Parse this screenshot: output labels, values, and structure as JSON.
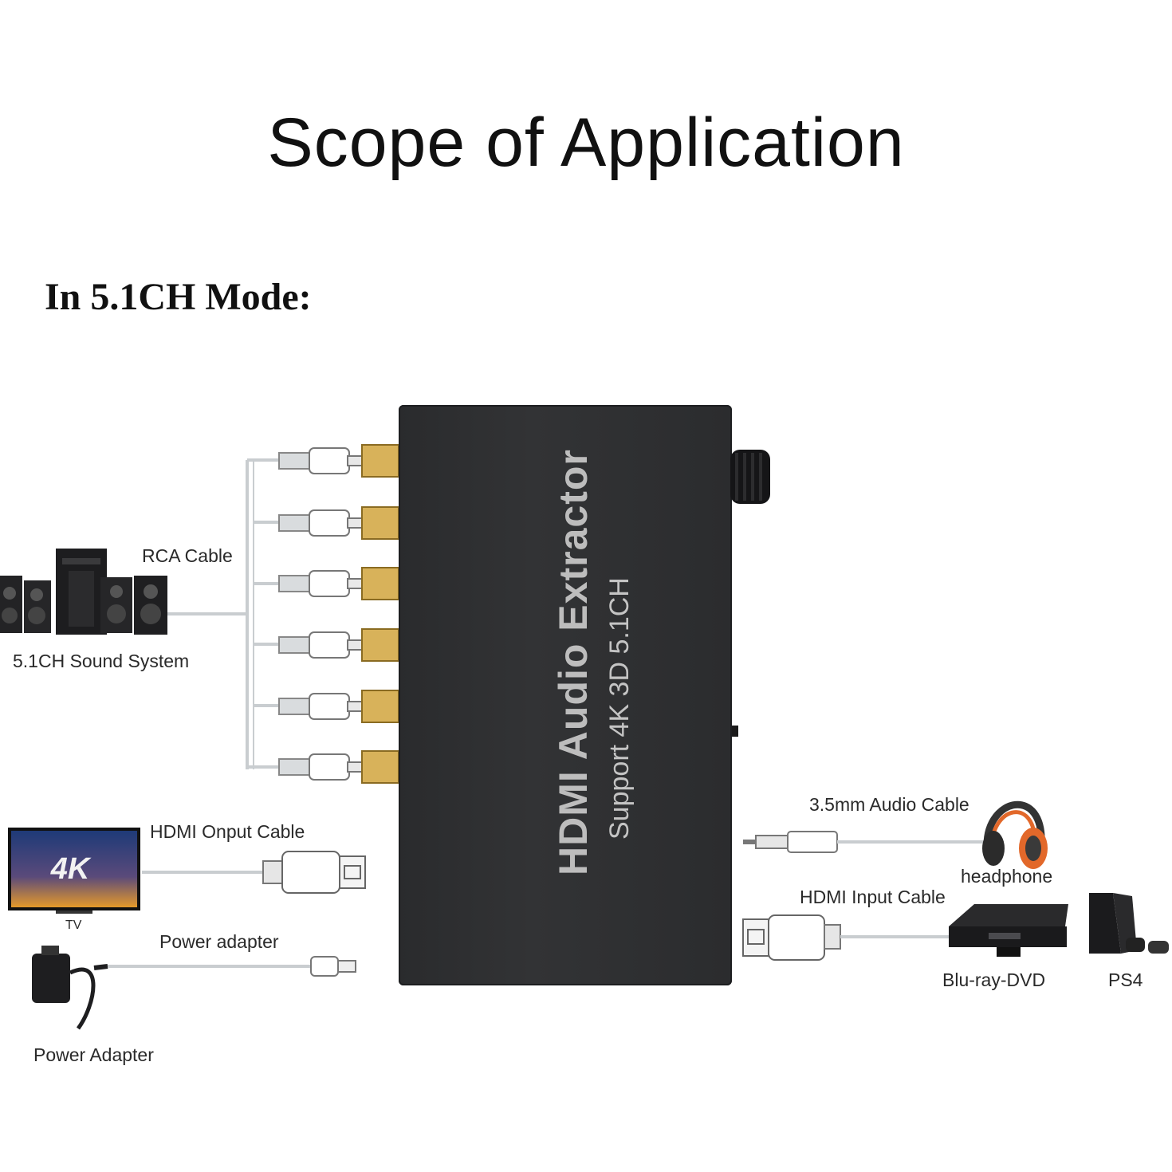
{
  "title": "Scope of Application",
  "mode_heading": "In 5.1CH Mode:",
  "device": {
    "name": "HDMI Audio Extractor",
    "subtitle": "Support 4K 3D 5.1CH"
  },
  "left": {
    "rca_cable": "RCA Cable",
    "sound_system": "5.1CH Sound System",
    "hdmi_output_cable": "HDMI Onput Cable",
    "tv": "TV",
    "tv_screen_text": "4K",
    "power_adapter_cable": "Power adapter",
    "power_adapter": "Power Adapter"
  },
  "right": {
    "audio_cable": "3.5mm Audio Cable",
    "headphone": "headphone",
    "hdmi_input_cable": "HDMI Input Cable",
    "bluray": "Blu-ray-DVD",
    "ps4": "PS4"
  },
  "colors": {
    "device_body": "#2e2f31",
    "gold_connector": "#d8b25a",
    "cable": "#cfd3d6",
    "headphone_accent": "#e2682a"
  }
}
